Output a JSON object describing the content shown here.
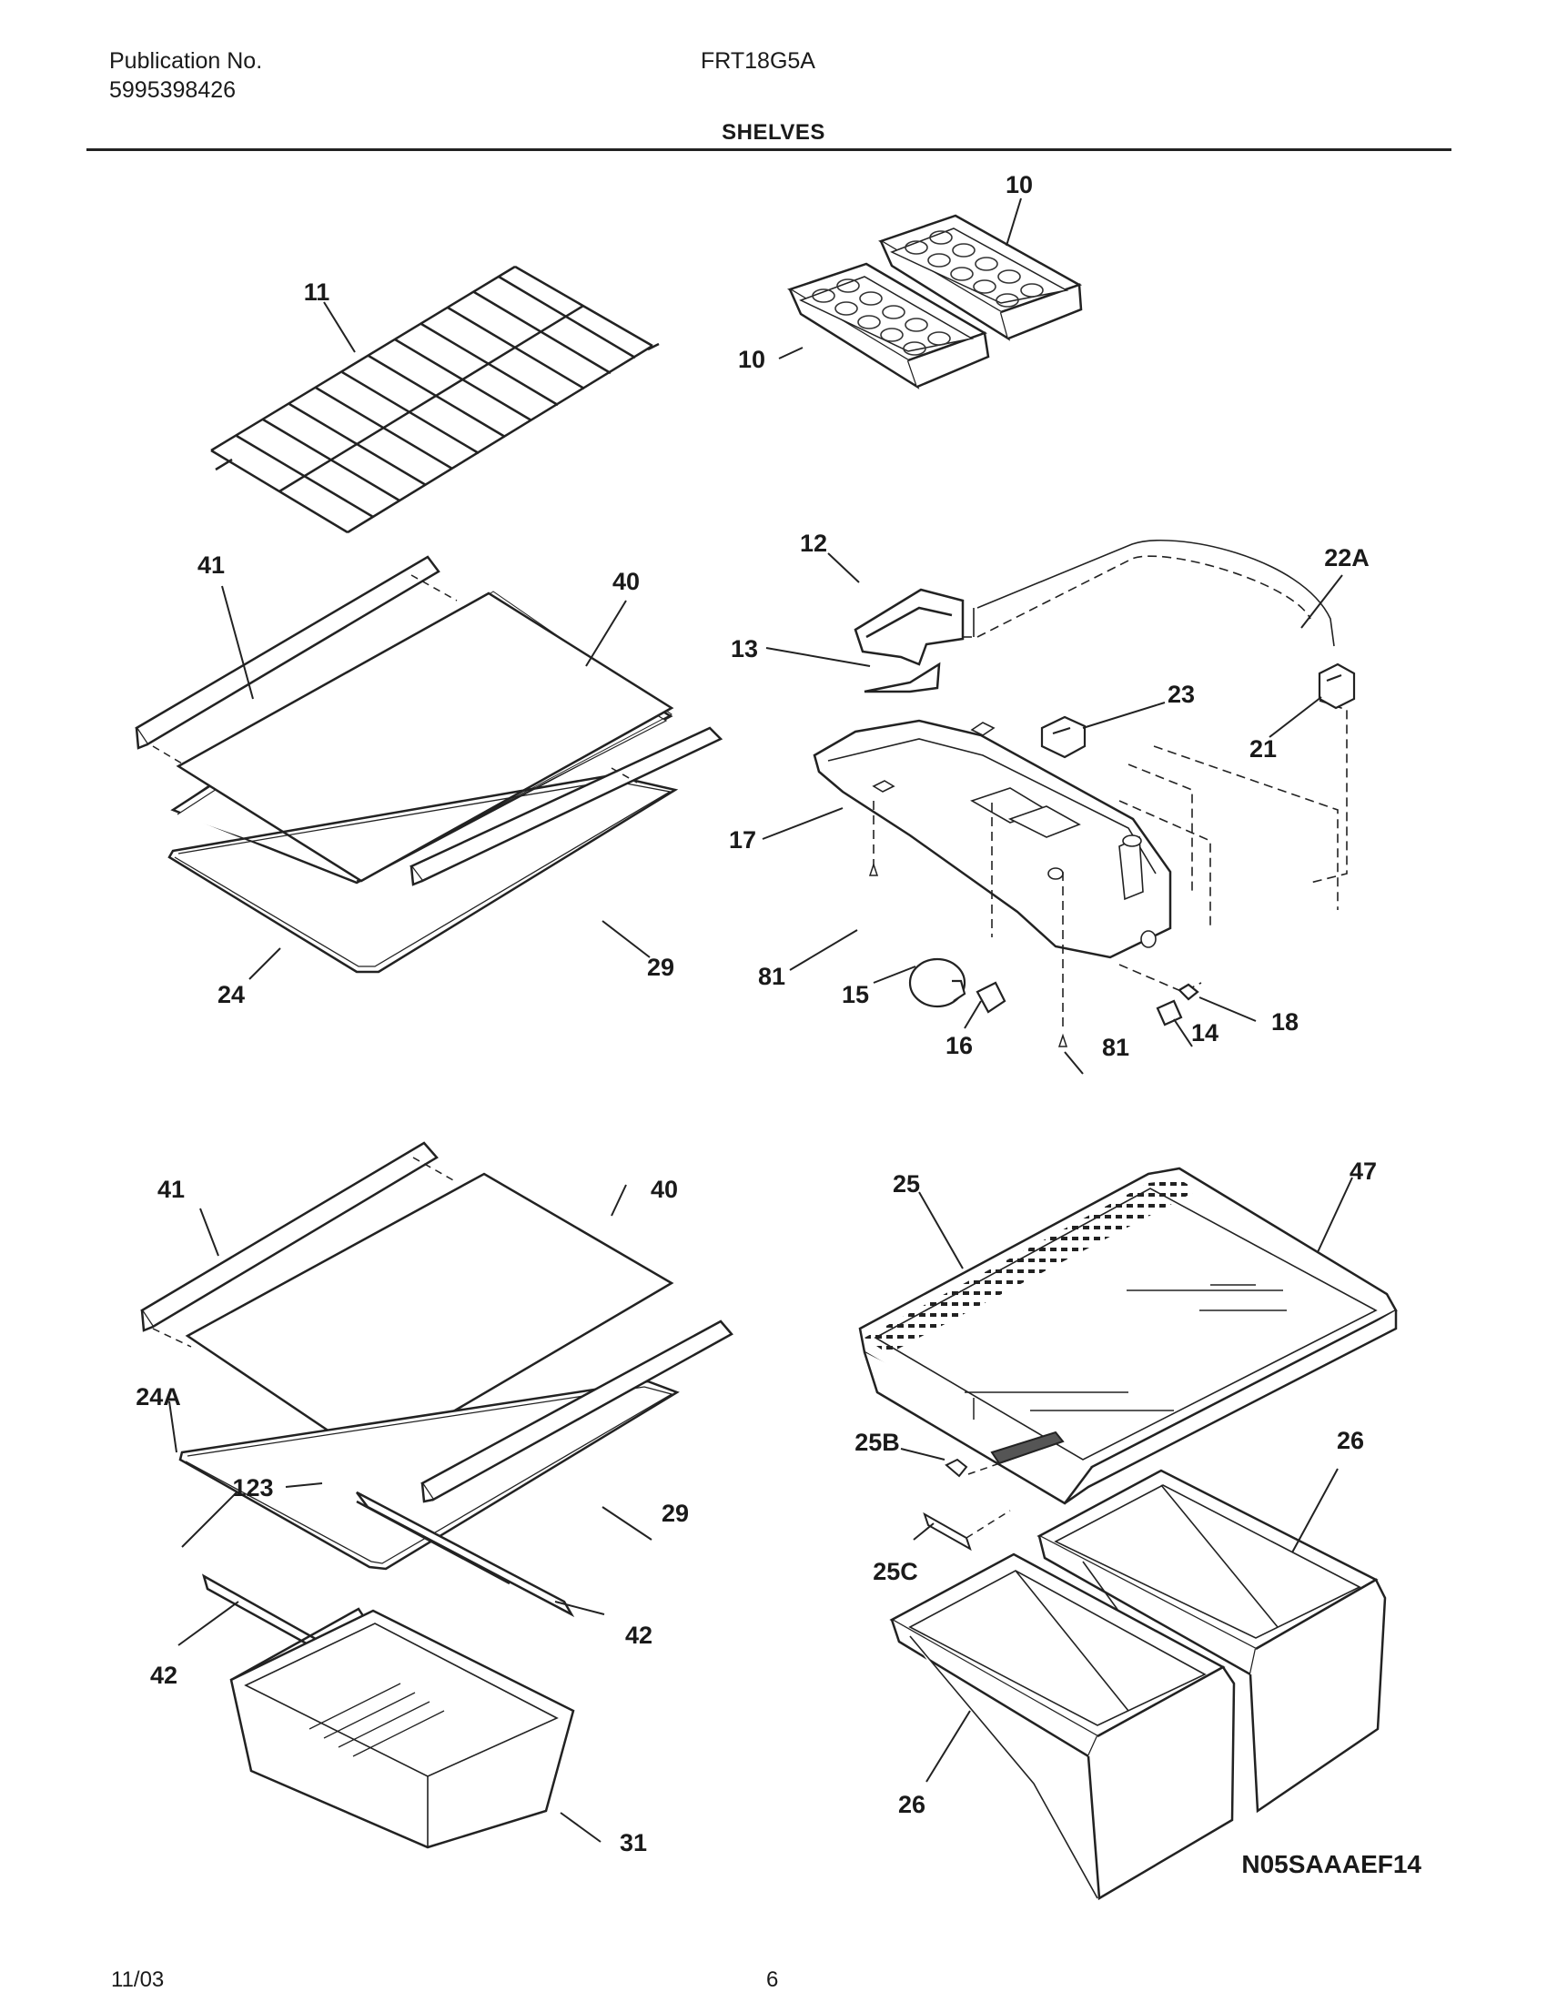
{
  "header": {
    "publication_label": "Publication No.",
    "publication_number": "5995398426",
    "model": "FRT18G5A",
    "section_title": "SHELVES"
  },
  "callouts": {
    "c10a": "10",
    "c10b": "10",
    "c11": "11",
    "c41a": "41",
    "c40a": "40",
    "c29a": "29",
    "c24": "24",
    "c12": "12",
    "c13": "13",
    "c22A": "22A",
    "c23": "23",
    "c21": "21",
    "c17": "17",
    "c81a": "81",
    "c15": "15",
    "c16": "16",
    "c81b": "81",
    "c14": "14",
    "c18": "18",
    "c41b": "41",
    "c40b": "40",
    "c24A": "24A",
    "c123": "123",
    "c29b": "29",
    "c42a": "42",
    "c42b": "42",
    "c31": "31",
    "c25": "25",
    "c47": "47",
    "c25B": "25B",
    "c26a": "26",
    "c25C": "25C",
    "c26b": "26"
  },
  "diagram_code": "N05SAAAEF14",
  "footer": {
    "date": "11/03",
    "page_number": "6"
  }
}
